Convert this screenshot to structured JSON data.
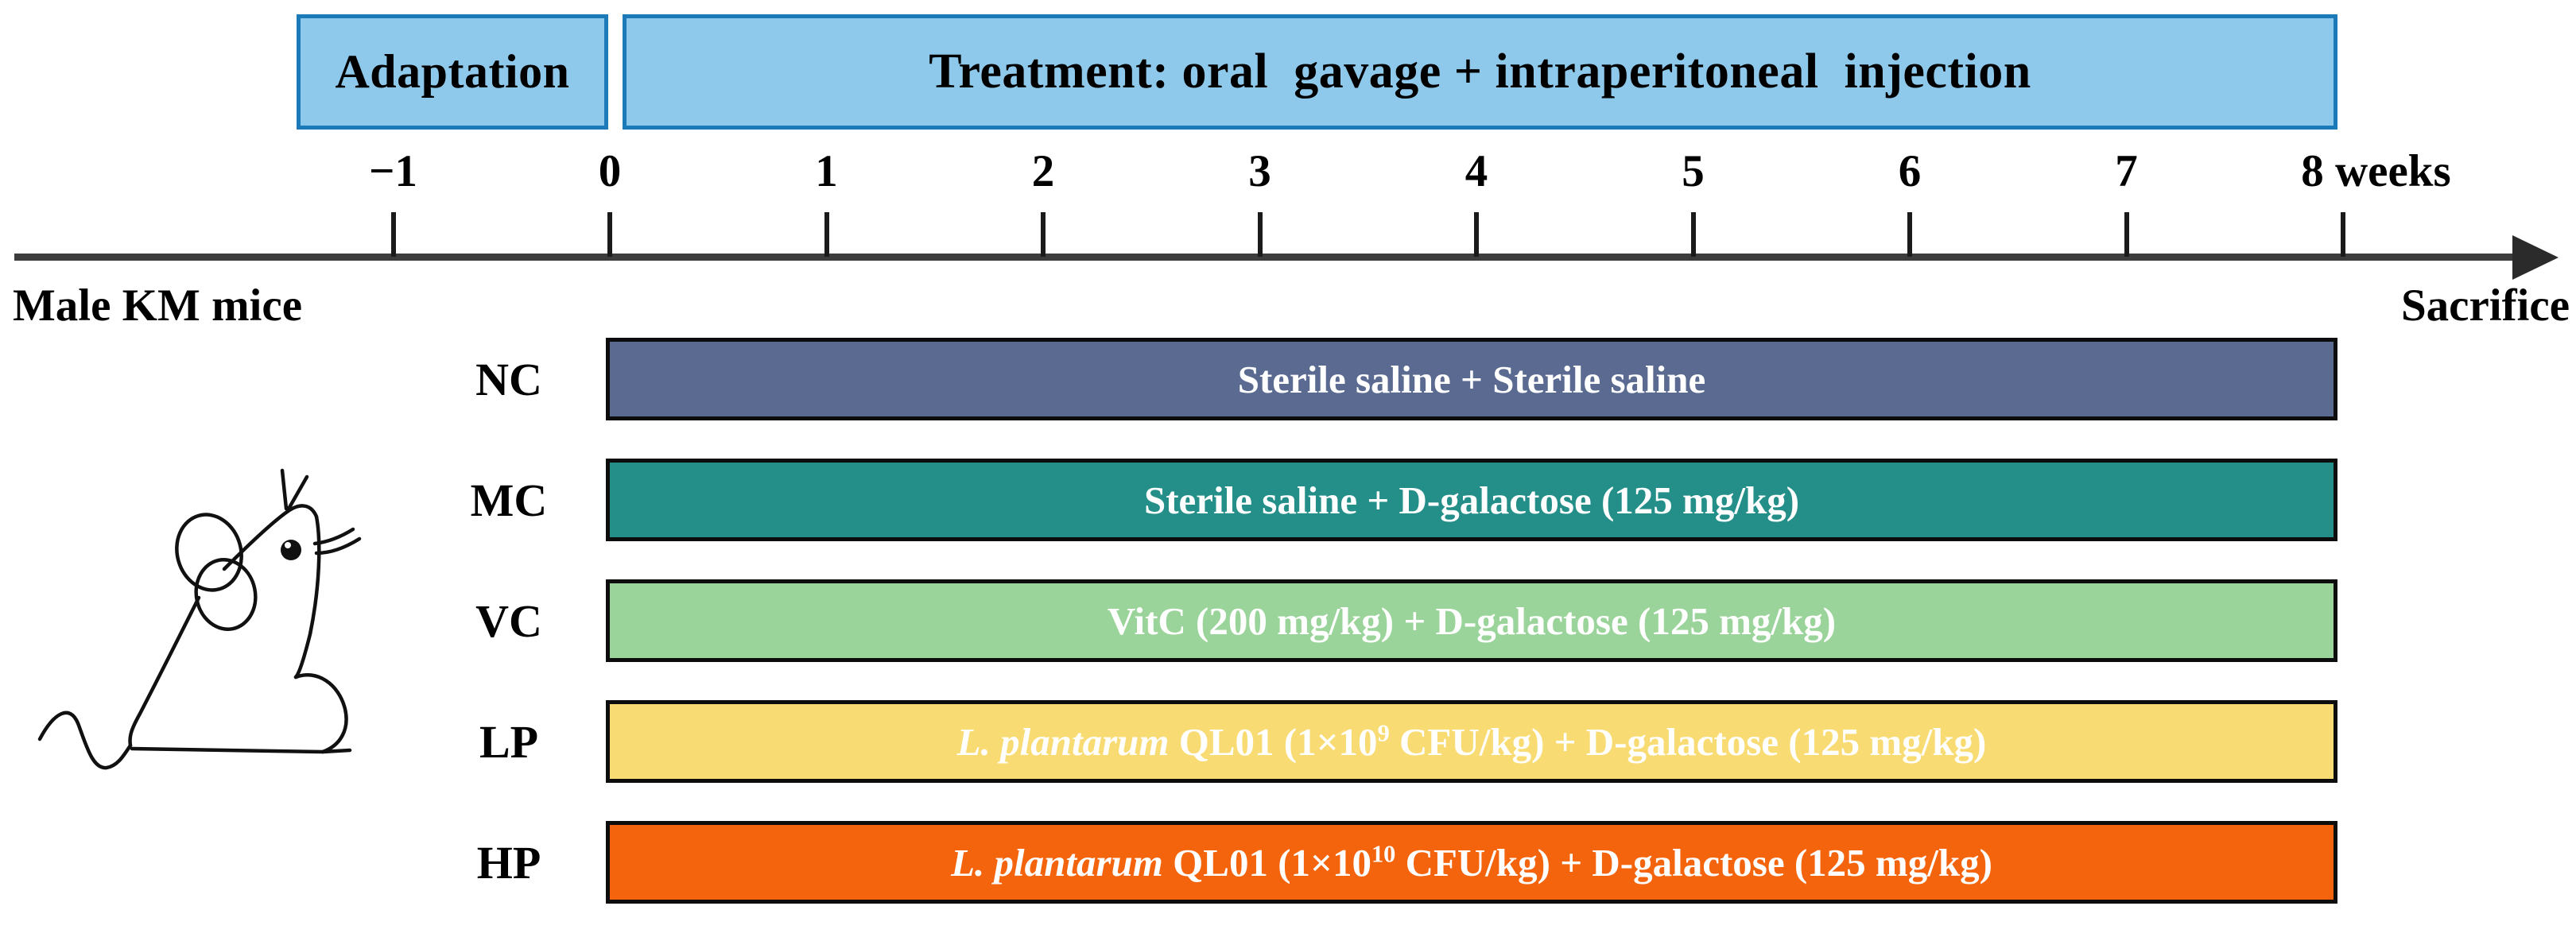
{
  "phases": {
    "adaptation": "Adaptation",
    "treatment": "Treatment: oral  gavage + intraperitoneal  injection"
  },
  "timeline": {
    "ticks": [
      {
        "label": "−1",
        "week": -1
      },
      {
        "label": "0",
        "week": 0
      },
      {
        "label": "1",
        "week": 1
      },
      {
        "label": "2",
        "week": 2
      },
      {
        "label": "3",
        "week": 3
      },
      {
        "label": "4",
        "week": 4
      },
      {
        "label": "5",
        "week": 5
      },
      {
        "label": "6",
        "week": 6
      },
      {
        "label": "7",
        "week": 7
      },
      {
        "label": "8 weeks",
        "week": 8
      }
    ],
    "start_label": "Male KM mice",
    "end_label": "Sacrifice"
  },
  "groups": [
    {
      "code": "NC",
      "treatment_plain": "Sterile saline + Sterile saline",
      "treatment_html": "Sterile saline + Sterile saline",
      "color": "#5a6a90"
    },
    {
      "code": "MC",
      "treatment_plain": "Sterile saline + D-galactose (125 mg/kg)",
      "treatment_html": "Sterile saline + D-galactose (125 mg/kg)",
      "color": "#238f88"
    },
    {
      "code": "VC",
      "treatment_plain": "VitC (200 mg/kg) + D-galactose (125 mg/kg)",
      "treatment_html": "VitC (200 mg/kg) + D-galactose (125 mg/kg)",
      "color": "#9bd49b"
    },
    {
      "code": "LP",
      "treatment_plain": "L. plantarum QL01 (1×10⁹ CFU/kg) + D-galactose (125 mg/kg)",
      "treatment_html": "<i>L. plantarum</i> QL01 (1×10<sup>9</sup> CFU/kg) + D-galactose (125 mg/kg)",
      "color": "#f8dc73"
    },
    {
      "code": "HP",
      "treatment_plain": "L. plantarum QL01 (1×10¹⁰ CFU/kg) + D-galactose (125 mg/kg)",
      "treatment_html": "<i>L. plantarum</i> QL01 (1×10<sup>10</sup> CFU/kg) + D-galactose (125 mg/kg)",
      "color": "#f4640d"
    }
  ],
  "colors": {
    "phase_fill": "#8ec8ea",
    "phase_border": "#1c7ab8",
    "axis": "#3c3c3c",
    "bar_border": "#0d0d0d",
    "text_on_bar": "#ffffff"
  },
  "illustration": {
    "name": "mouse-line-drawing"
  }
}
